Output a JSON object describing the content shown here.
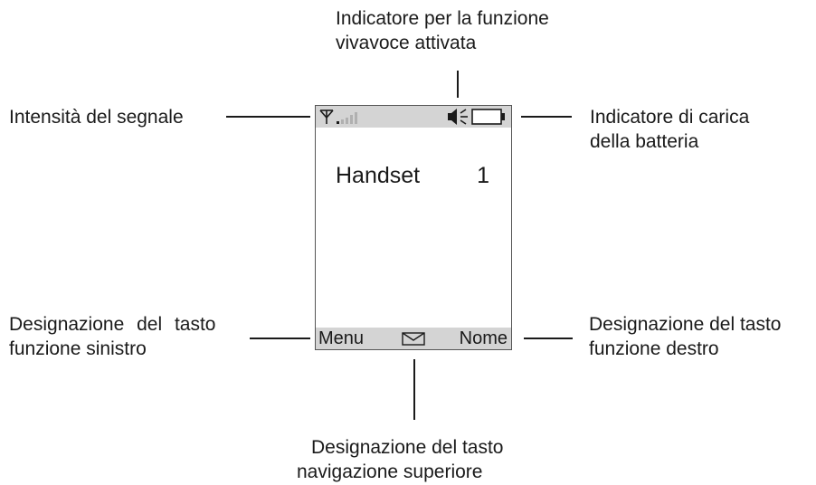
{
  "screen": {
    "status": {
      "icons": [
        "antenna-signal-icon",
        "speaker-icon",
        "battery-icon"
      ]
    },
    "display": {
      "title": "Handset",
      "number": "1"
    },
    "softkeys": {
      "left": "Menu",
      "center_icon": "envelope-icon",
      "right": "Nome"
    }
  },
  "callouts": {
    "speaker": [
      "Indicatore per la funzione",
      "vivavoce attivata"
    ],
    "signal": "Intensità del segnale",
    "battery": [
      "Indicatore di carica",
      "della batteria"
    ],
    "left_key": [
      "Designazione del tasto",
      "funzione sinistro"
    ],
    "right_key": [
      "Designazione del tasto",
      "funzione destro"
    ],
    "nav_key": [
      "Designazione del tasto",
      "navigazione superiore"
    ]
  },
  "colors": {
    "bar_background": "#d4d4d4",
    "text": "#1a1a1a",
    "signal_bars_inactive": "#b0b0b0"
  }
}
